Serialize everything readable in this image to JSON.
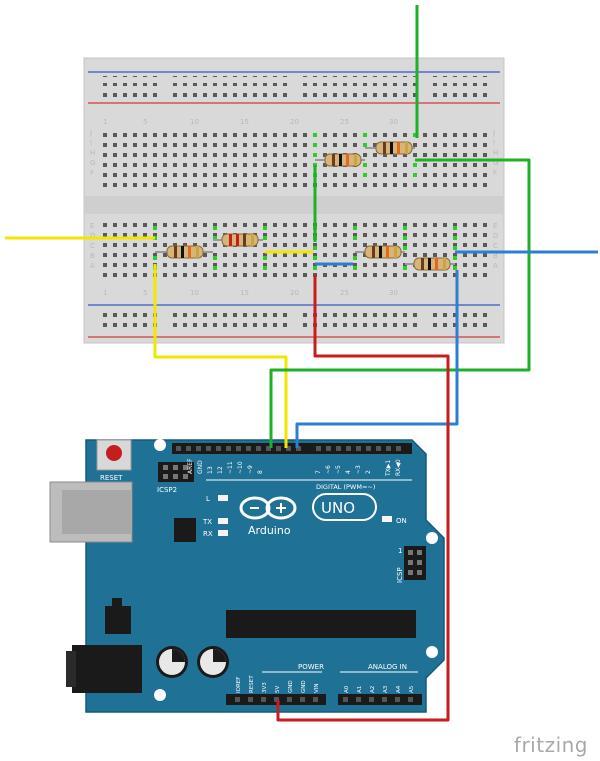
{
  "breadboard": {
    "column_numbers": [
      "1",
      "5",
      "10",
      "15",
      "20",
      "25",
      "30"
    ],
    "rows_top": [
      "J",
      "I",
      "H",
      "G",
      "F"
    ],
    "rows_bottom": [
      "E",
      "D",
      "C",
      "B",
      "A"
    ]
  },
  "arduino": {
    "reset_label": "RESET",
    "icsp2_label": "ICSP2",
    "icsp_label": "ICSP",
    "aref": "AREF",
    "gnd": "GND",
    "digital_pins": [
      "13",
      "12",
      "~11",
      "~10",
      "~9",
      "8",
      "7",
      "~6",
      "~5",
      "4",
      "~3",
      "2",
      "TX▶1",
      "RX◀0"
    ],
    "digital_label": "DIGITAL (PWM=~)",
    "led_l": "L",
    "led_tx": "TX",
    "led_rx": "RX",
    "on_label": "ON",
    "logo_text": "Arduino",
    "uno_text": "UNO",
    "power_label": "POWER",
    "power_pins": [
      "IOREF",
      "RESET",
      "3V3",
      "5V",
      "GND",
      "GND",
      "VIN"
    ],
    "analog_label": "ANALOG IN",
    "analog_pins": [
      "A0",
      "A1",
      "A2",
      "A3",
      "A4",
      "A5"
    ],
    "icsp_number": "1"
  },
  "wire_colors": {
    "yellow": "#f2e600",
    "green": "#1fb02a",
    "blue": "#2d7fd1",
    "red": "#c81d1d"
  },
  "board_colors": {
    "breadboard": "#dcdcdc",
    "arduino": "#1f7196",
    "rail_red": "#d43a3a",
    "rail_blue": "#3a55c9"
  },
  "brand": "fritzing"
}
